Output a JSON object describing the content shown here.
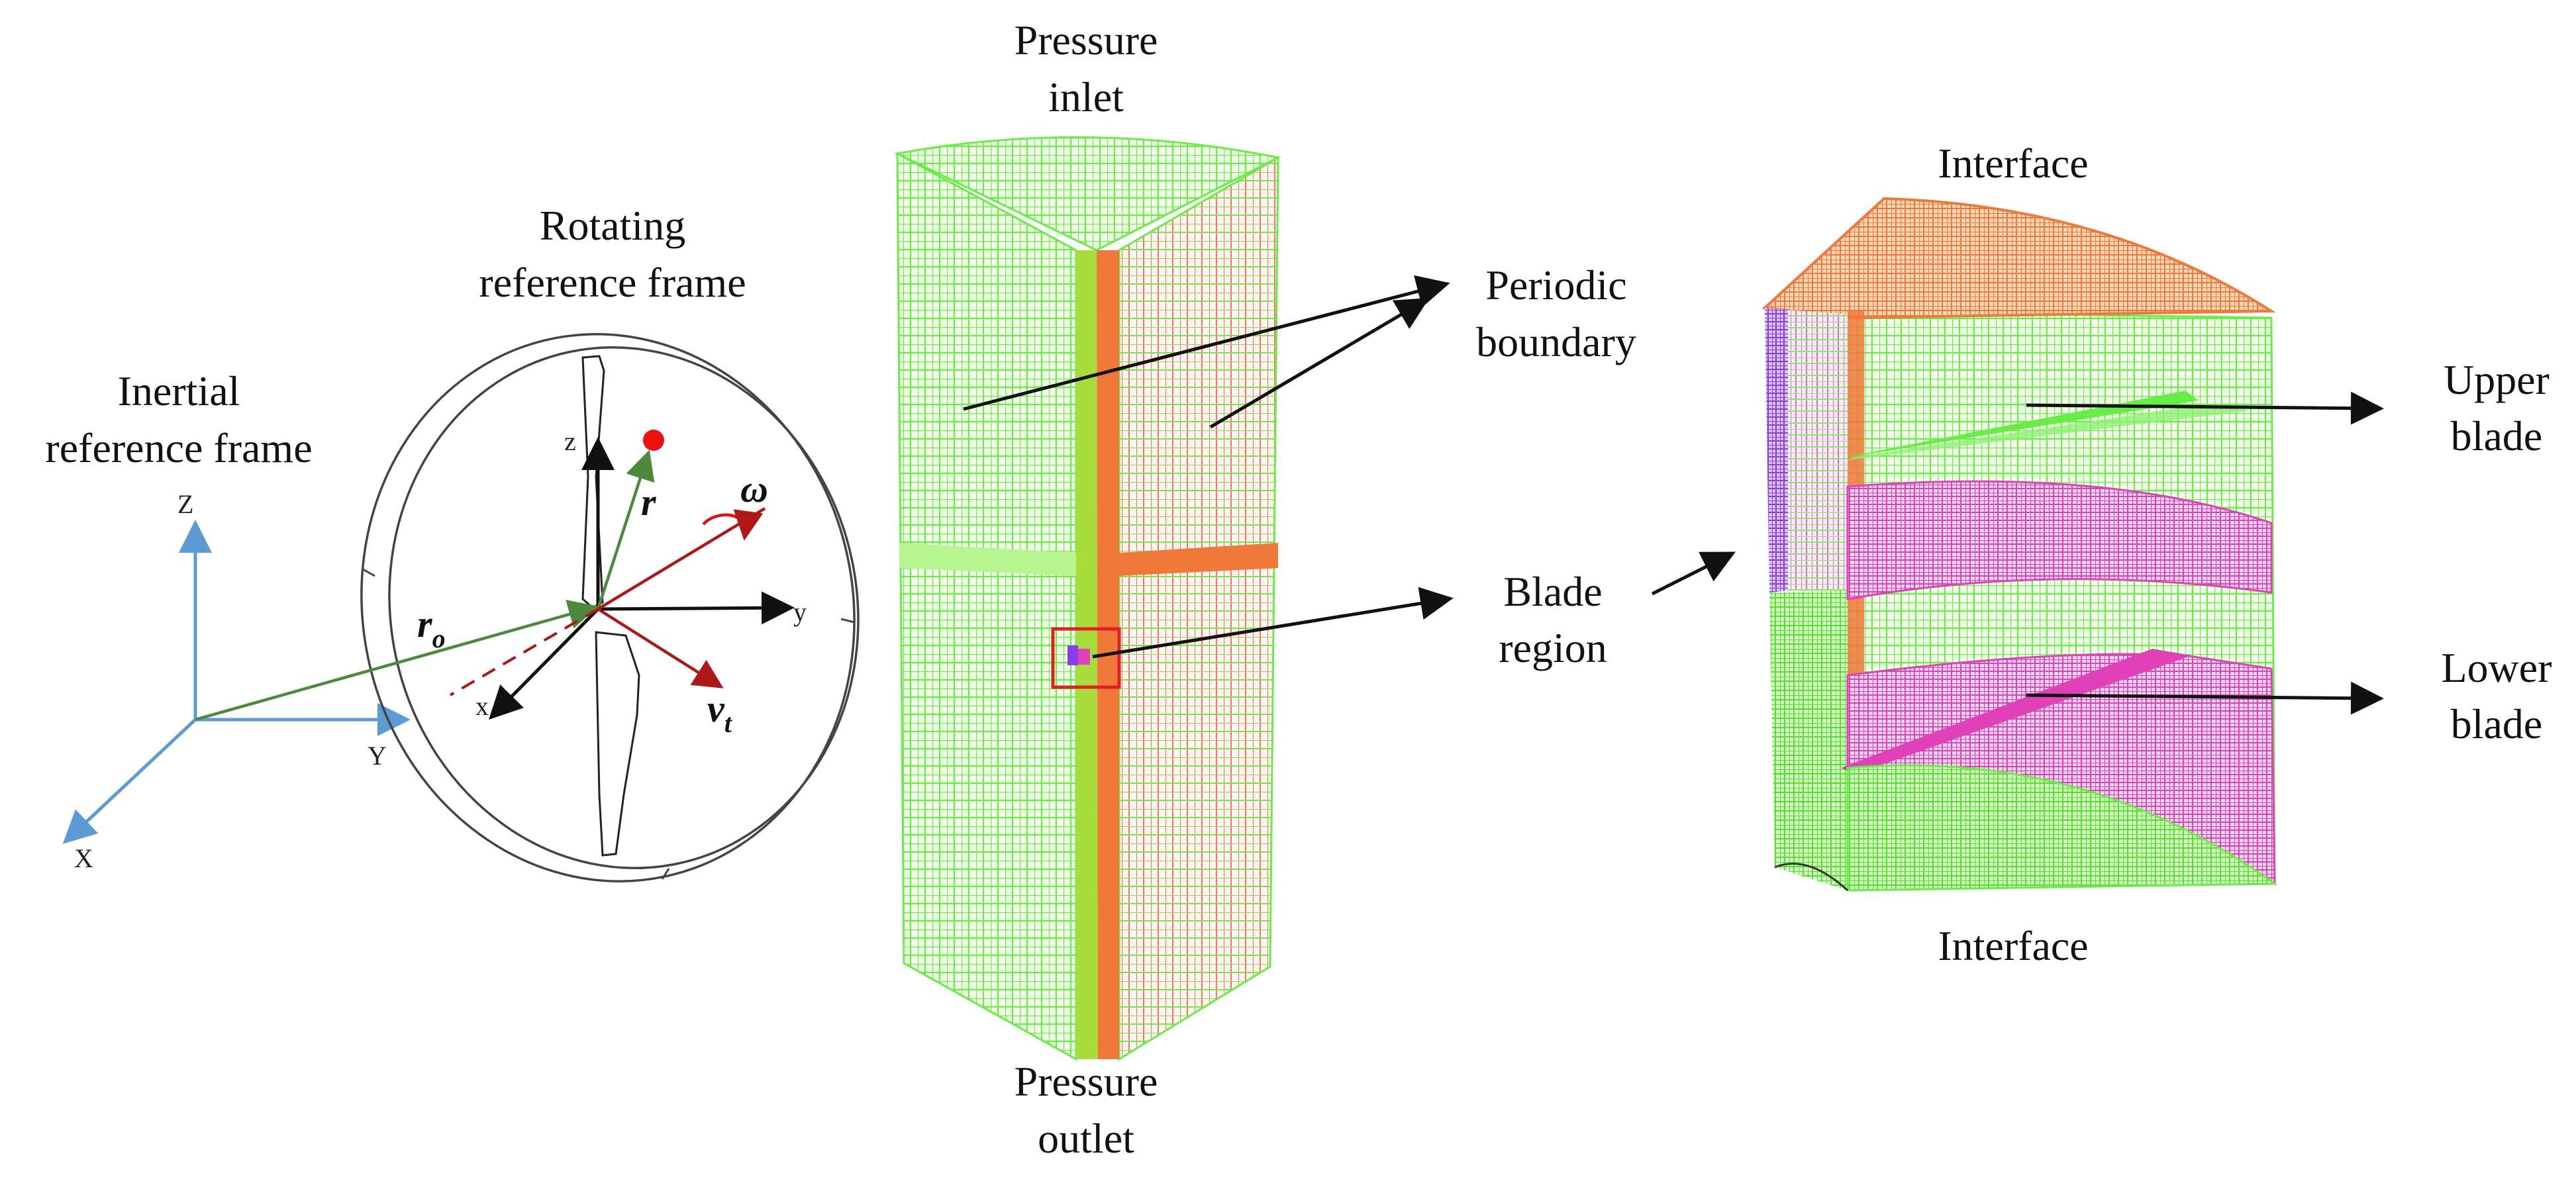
{
  "colors": {
    "inertial_axes": "#5b9bd5",
    "mesh_green": "#66ee44",
    "mesh_orange": "#f07838",
    "mesh_magenta": "#e040b8",
    "mesh_purple": "#8a3cf0",
    "highlight_box": "#e02020",
    "vector_green": "#4a8a3a",
    "vector_red": "#b01818"
  },
  "left_panel": {
    "inertial_title_line1": "Inertial",
    "inertial_title_line2": "reference frame",
    "rotating_title_line1": "Rotating",
    "rotating_title_line2": "reference frame",
    "inertial_axes": {
      "z": "Z",
      "y": "Y",
      "x": "X"
    },
    "rotating_axes": {
      "z": "z",
      "y": "y",
      "x": "x"
    },
    "symbols": {
      "r": "r",
      "ro_main": "r",
      "ro_sub": "o",
      "omega": "ω",
      "vt_main": "v",
      "vt_sub": "t"
    }
  },
  "middle_panel": {
    "top_label_line1": "Pressure",
    "top_label_line2": "inlet",
    "bottom_label_line1": "Pressure",
    "bottom_label_line2": "outlet",
    "periodic_line1": "Periodic",
    "periodic_line2": "boundary",
    "blade_region_line1": "Blade",
    "blade_region_line2": "region"
  },
  "right_panel": {
    "interface_top": "Interface",
    "interface_bottom": "Interface",
    "upper_blade_line1": "Upper",
    "upper_blade_line2": "blade",
    "lower_blade_line1": "Lower",
    "lower_blade_line2": "blade"
  }
}
